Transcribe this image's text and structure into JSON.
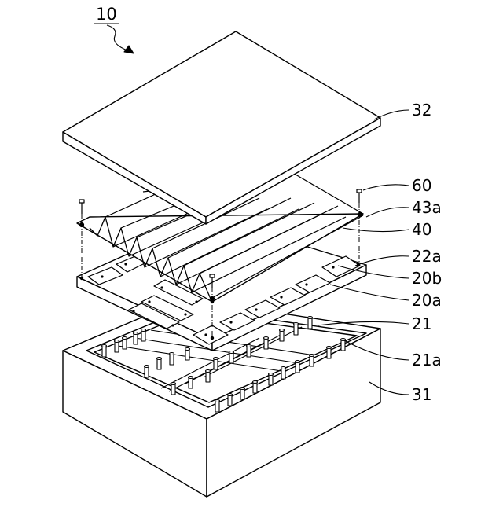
{
  "figure": {
    "title": "10",
    "labels": {
      "l32": "32",
      "l60": "60",
      "l43a": "43a",
      "l40": "40",
      "l22a": "22a",
      "l20b": "20b",
      "l20a": "20a",
      "l21": "21",
      "l21a": "21a",
      "l31": "31"
    }
  }
}
